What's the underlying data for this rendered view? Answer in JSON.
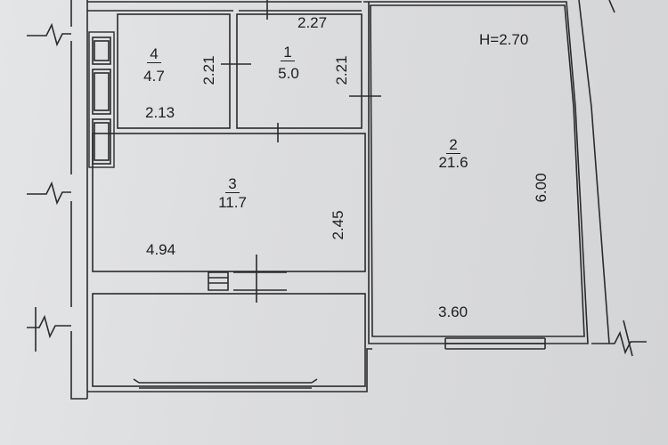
{
  "plan": {
    "ceiling_height": "H=2.70",
    "rooms": [
      {
        "id": "4",
        "number": "4",
        "area": "4.7",
        "width": "2.13",
        "depth": "2.21"
      },
      {
        "id": "1",
        "number": "1",
        "area": "5.0",
        "width": "2.27",
        "depth": "2.21"
      },
      {
        "id": "3",
        "number": "3",
        "area": "11.7",
        "width": "4.94",
        "depth": "2.45"
      },
      {
        "id": "2",
        "number": "2",
        "area": "21.6",
        "width": "3.60",
        "depth": "6.00"
      }
    ]
  }
}
